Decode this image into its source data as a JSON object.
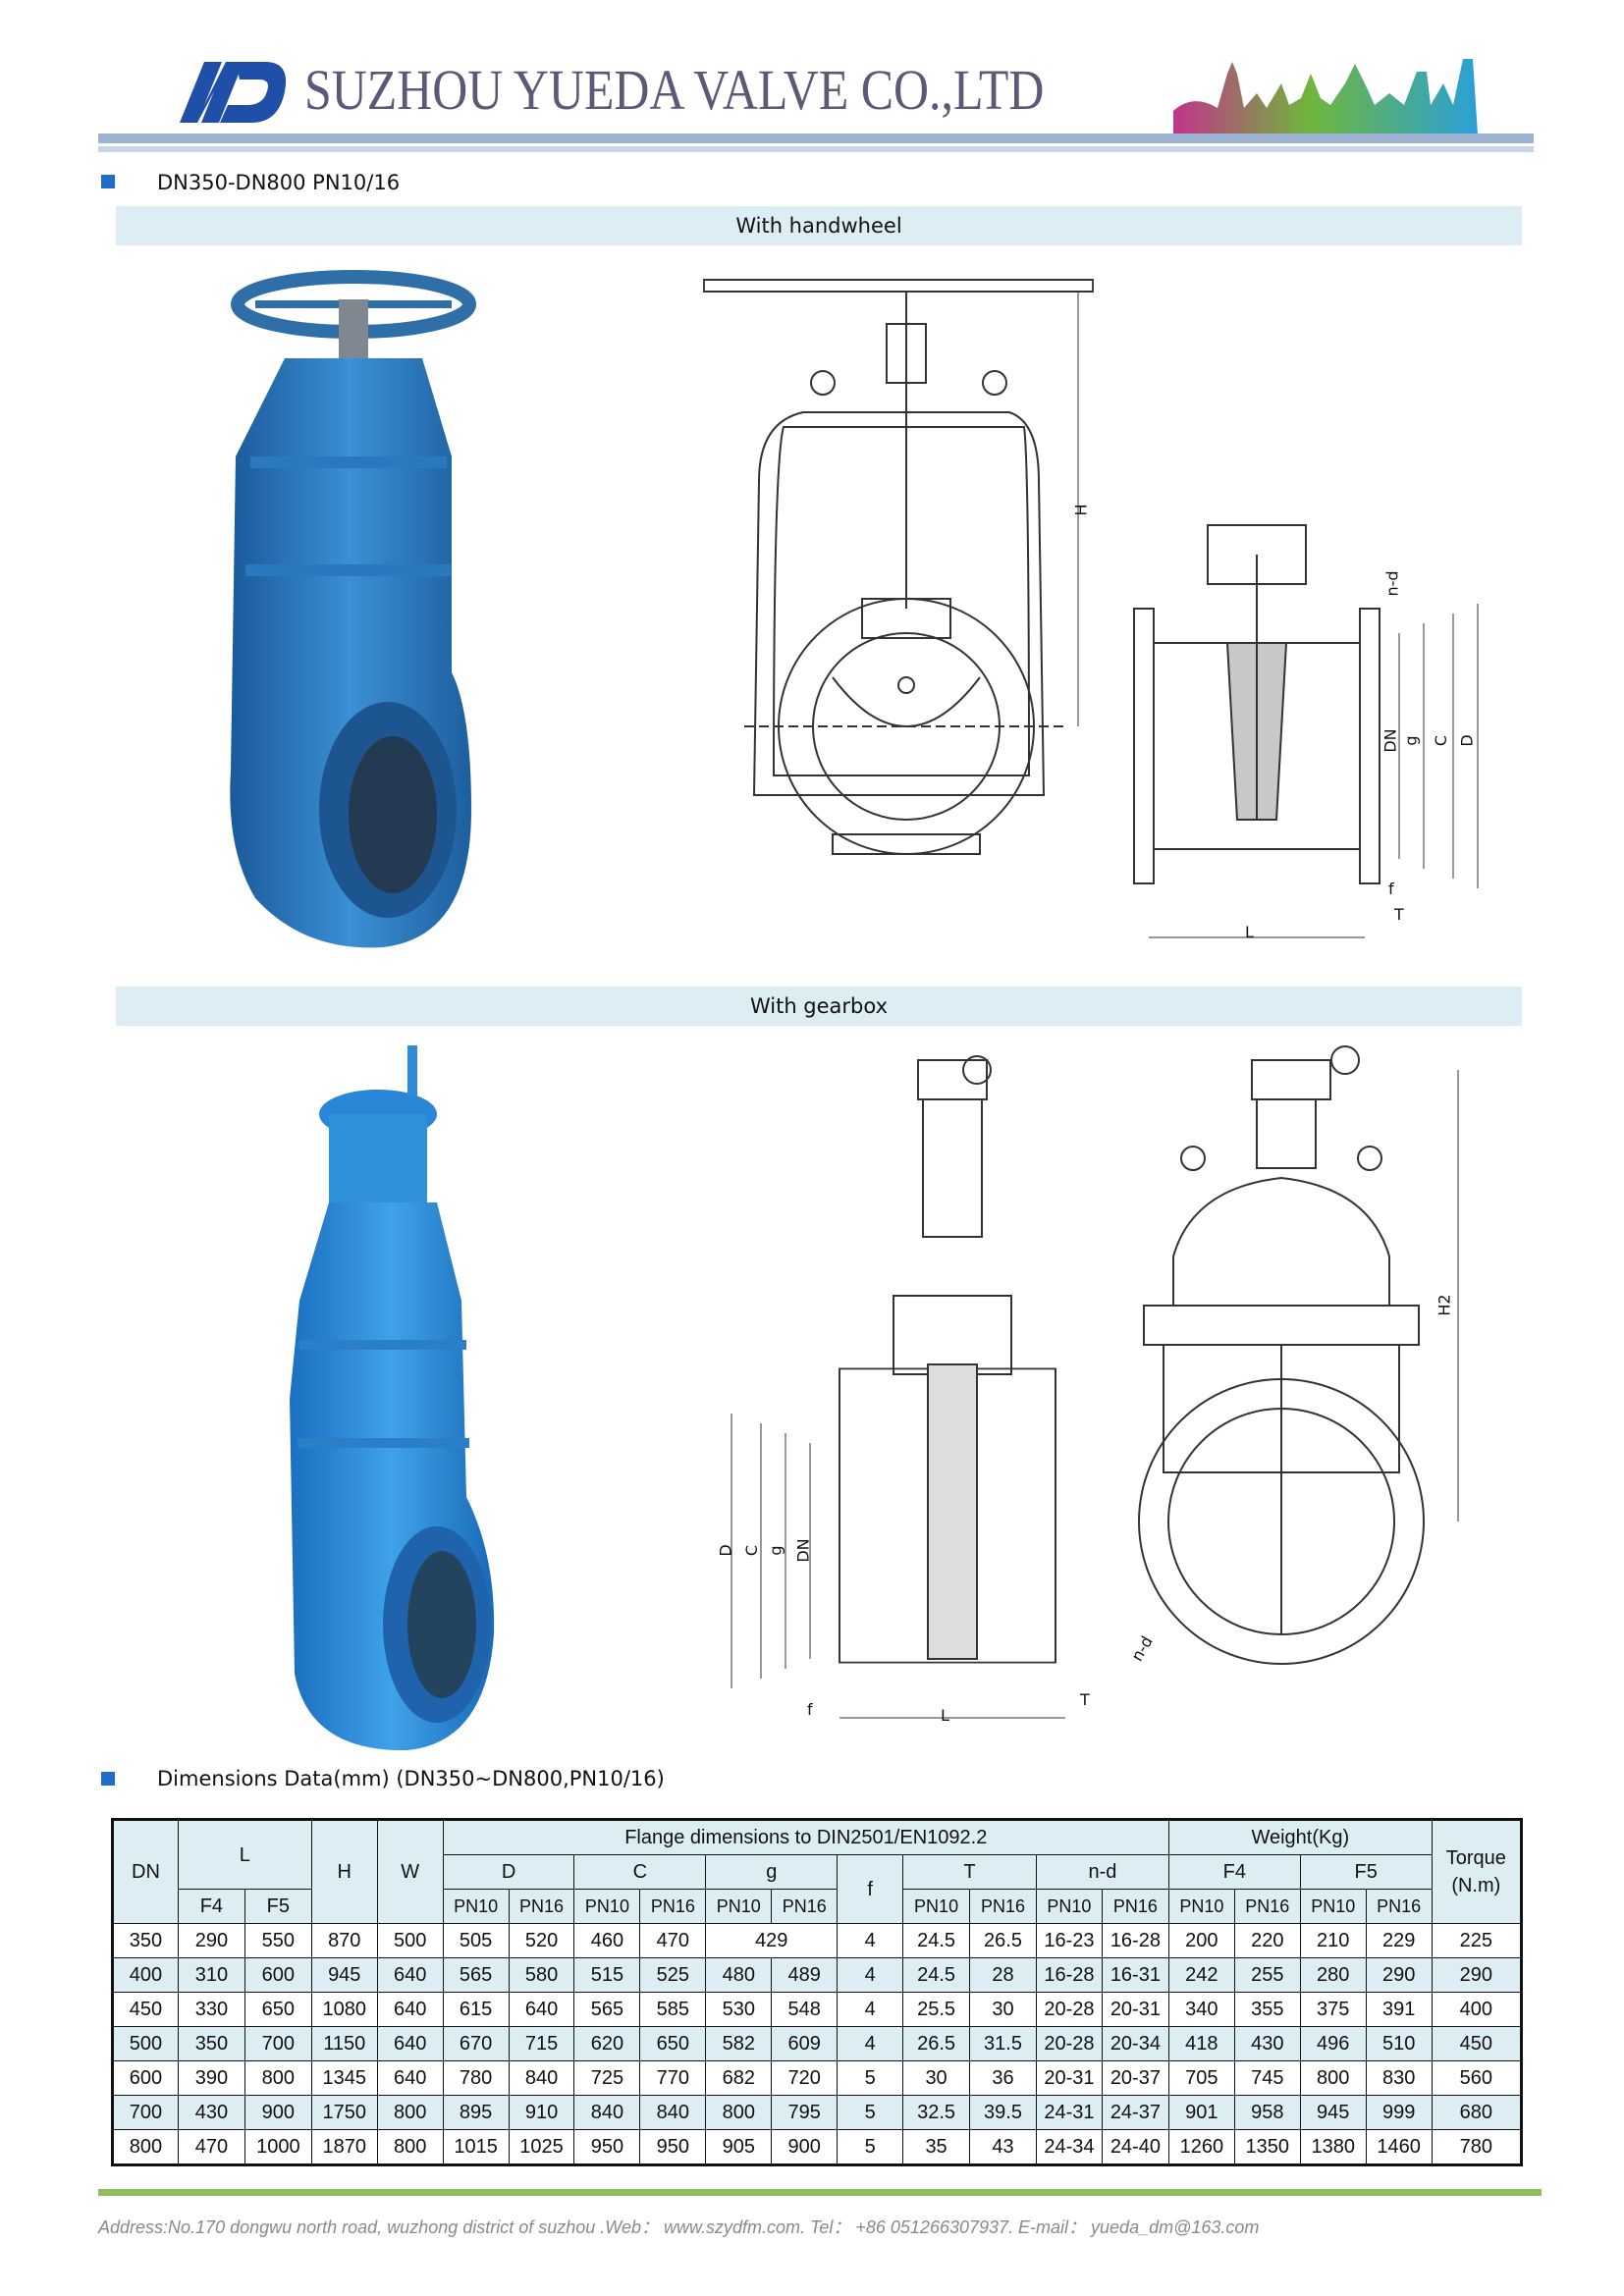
{
  "header": {
    "company": "SUZHOU YUEDA VALVE CO.,LTD"
  },
  "section1": {
    "title": "DN350-DN800 PN10/16",
    "band_handwheel": "With handwheel",
    "band_gearbox": "With gearbox"
  },
  "drawing_labels": {
    "H": "H",
    "H2": "H2",
    "nd": "n-d",
    "DN": "DN",
    "g": "g",
    "C": "C",
    "D": "D",
    "f": "f",
    "T": "T",
    "L": "L"
  },
  "section2": {
    "title": "Dimensions Data(mm) (DN350~DN800,PN10/16)"
  },
  "table": {
    "h_dn": "DN",
    "h_l": "L",
    "h_h": "H",
    "h_w": "W",
    "h_flange": "Flange dimensions to DIN2501/EN1092.2",
    "h_weight": "Weight(Kg)",
    "h_torque": "Torque",
    "h_torque_unit": "(N.m)",
    "h_f4": "F4",
    "h_f5": "F5",
    "h_d": "D",
    "h_c": "C",
    "h_g": "g",
    "h_f": "f",
    "h_t": "T",
    "h_nd": "n-d",
    "h_wf4": "F4",
    "h_wf5": "F5",
    "pn": [
      "PN10",
      "PN16",
      "PN10",
      "PN16",
      "PN10",
      "PN16",
      "PN10",
      "PN16",
      "PN10",
      "PN16",
      "PN10",
      "PN16",
      "PN10",
      "PN16"
    ],
    "rows": [
      [
        "350",
        "290",
        "550",
        "870",
        "500",
        "505",
        "520",
        "460",
        "470",
        "429",
        "",
        "4",
        "24.5",
        "26.5",
        "16-23",
        "16-28",
        "200",
        "220",
        "210",
        "229",
        "225"
      ],
      [
        "400",
        "310",
        "600",
        "945",
        "640",
        "565",
        "580",
        "515",
        "525",
        "480",
        "489",
        "4",
        "24.5",
        "28",
        "16-28",
        "16-31",
        "242",
        "255",
        "280",
        "290",
        "290"
      ],
      [
        "450",
        "330",
        "650",
        "1080",
        "640",
        "615",
        "640",
        "565",
        "585",
        "530",
        "548",
        "4",
        "25.5",
        "30",
        "20-28",
        "20-31",
        "340",
        "355",
        "375",
        "391",
        "400"
      ],
      [
        "500",
        "350",
        "700",
        "1150",
        "640",
        "670",
        "715",
        "620",
        "650",
        "582",
        "609",
        "4",
        "26.5",
        "31.5",
        "20-28",
        "20-34",
        "418",
        "430",
        "496",
        "510",
        "450"
      ],
      [
        "600",
        "390",
        "800",
        "1345",
        "640",
        "780",
        "840",
        "725",
        "770",
        "682",
        "720",
        "5",
        "30",
        "36",
        "20-31",
        "20-37",
        "705",
        "745",
        "800",
        "830",
        "560"
      ],
      [
        "700",
        "430",
        "900",
        "1750",
        "800",
        "895",
        "910",
        "840",
        "840",
        "800",
        "795",
        "5",
        "32.5",
        "39.5",
        "24-31",
        "24-37",
        "901",
        "958",
        "945",
        "999",
        "680"
      ],
      [
        "800",
        "470",
        "1000",
        "1870",
        "800",
        "1015",
        "1025",
        "950",
        "950",
        "905",
        "900",
        "5",
        "35",
        "43",
        "24-34",
        "24-40",
        "1260",
        "1350",
        "1380",
        "1460",
        "780"
      ]
    ]
  },
  "footer": {
    "text": "Address:No.170 dongwu north road, wuzhong district of suzhou .Web：  www.szydfm.com.  Tel：  +86 051266307937.  E-mail：  yueda_dm@163.com"
  },
  "colors": {
    "accent_blue": "#1f6fc9",
    "band": "#dcedf3",
    "valve_blue": "#2a86d0",
    "footer_green": "#8fbf5a"
  }
}
